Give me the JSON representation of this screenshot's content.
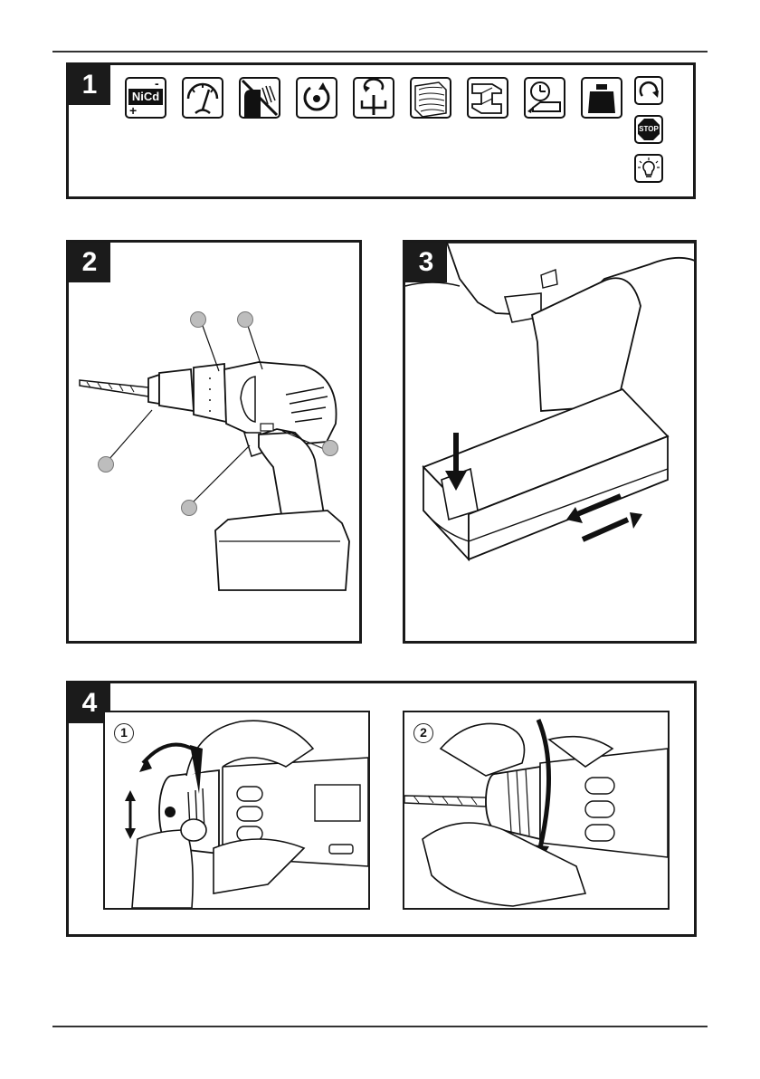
{
  "panels": {
    "p1": {
      "number": "1"
    },
    "p2": {
      "number": "2"
    },
    "p3": {
      "number": "3"
    },
    "p4": {
      "number": "4"
    }
  },
  "icons": {
    "battery_label": "NiCd",
    "battery_minus": "-",
    "battery_plus": "+",
    "stop_label": "STOP"
  },
  "figure4": {
    "step1": "1",
    "step2": "2"
  }
}
